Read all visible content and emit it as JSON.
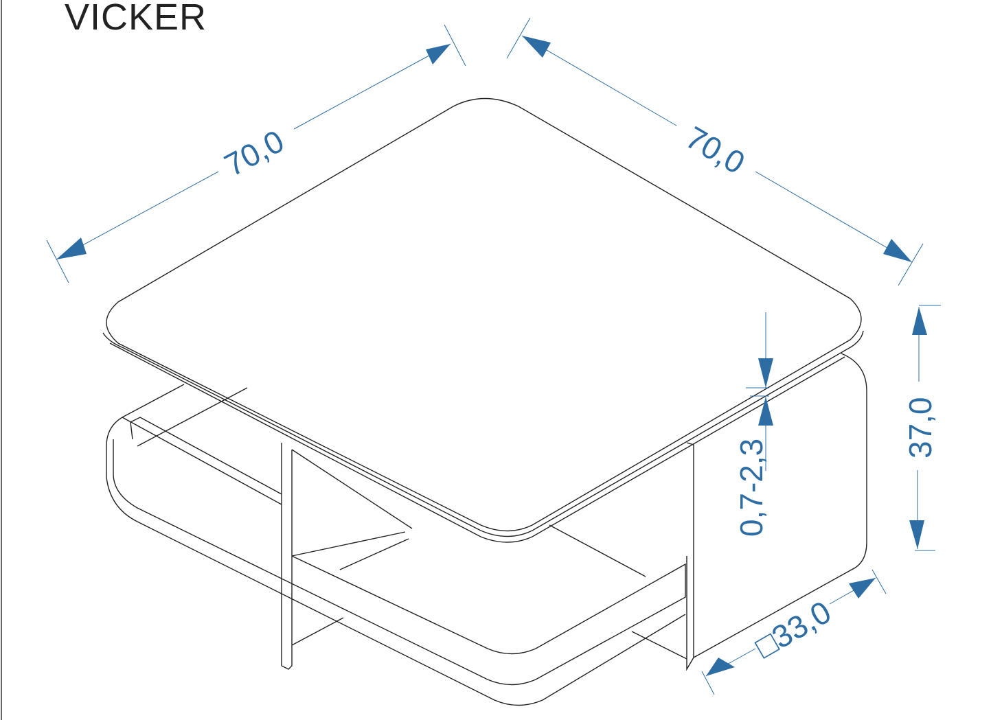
{
  "title": "VICKER",
  "dimensions": {
    "width_left": "70,0",
    "width_right": "70,0",
    "height": "37,0",
    "top_thickness": "0,7-2,3",
    "leg_size": "□33,0"
  },
  "colors": {
    "dimension": "#2e6da4",
    "lines": "#222222"
  }
}
